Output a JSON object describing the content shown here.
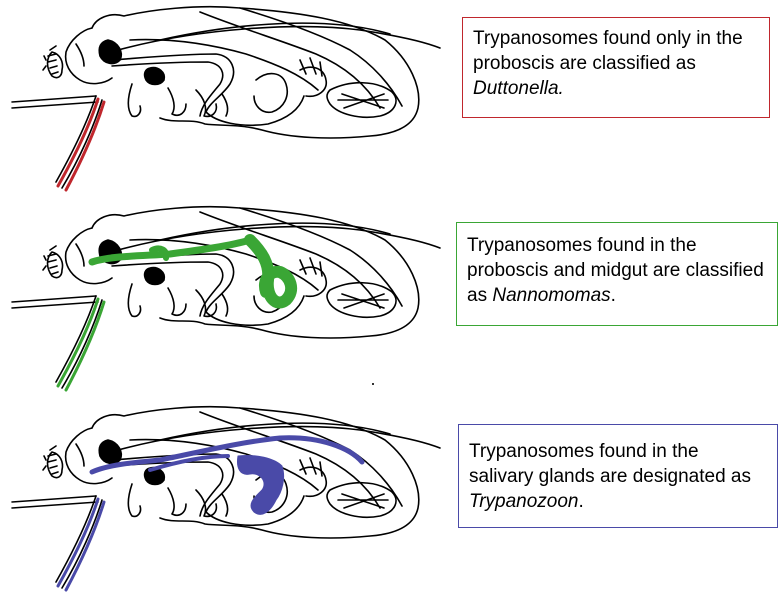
{
  "panels": [
    {
      "id": "duttonella",
      "accent": "#c0272d",
      "text_before": "Trypanosomes found only in the proboscis are classified as ",
      "genus": "Duttonella.",
      "text_after": "",
      "highlight": [
        "proboscis"
      ]
    },
    {
      "id": "nannomonas",
      "accent": "#3aa635",
      "text_before": "Trypanosomes found in the proboscis and midgut are classified as ",
      "genus": "Nannomomas",
      "text_after": ".",
      "highlight": [
        "proboscis",
        "midgut"
      ]
    },
    {
      "id": "trypanozoon",
      "accent": "#4a4aa8",
      "text_before": "Trypanosomes found in the salivary glands are designated as ",
      "genus": "Trypanozoon",
      "text_after": ".",
      "highlight": [
        "proboscis",
        "salivary-glands",
        "midgut"
      ]
    }
  ]
}
